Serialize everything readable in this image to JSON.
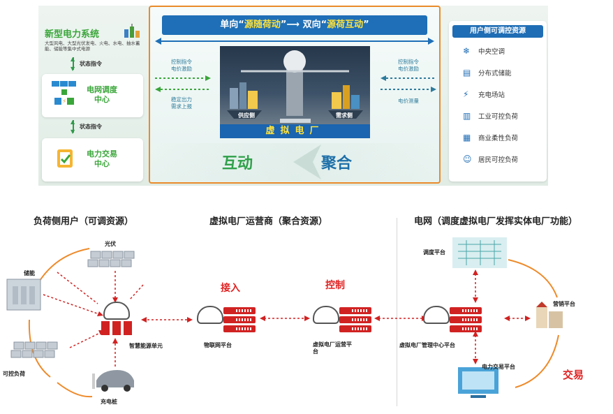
{
  "top": {
    "left": {
      "system_title": "新型电力系统",
      "system_desc": "大型风电、大型光伏发电、火电、水电、抽水蓄能、储能等集中式电源",
      "status1": "状态指令",
      "dispatch_center": "电网调度\n中心",
      "status2": "状态指令",
      "trade_center": "电力交易\n中心"
    },
    "banner": {
      "part1": "单向“",
      "hl1": "源随荷动",
      "part2": "”⟶ 双向“",
      "hl2": "源荷互动",
      "part3": "”"
    },
    "left_arrows": {
      "top": "控制指令\n电价激励",
      "bottom": "稳定出力\n需求上报"
    },
    "right_arrows": {
      "top": "控制指令\n电价激励",
      "bottom": "电价测量"
    },
    "scale": {
      "supply": "供应侧",
      "demand": "需求侧",
      "vpp": "虚拟电厂"
    },
    "interact": "互动",
    "aggregate": "聚合",
    "resources": {
      "header": "用户侧可调控资源",
      "items": [
        {
          "icon": "❄",
          "label": "中央空调"
        },
        {
          "icon": "▤",
          "label": "分布式储能"
        },
        {
          "icon": "⚡",
          "label": "充电场站"
        },
        {
          "icon": "▥",
          "label": "工业可控负荷"
        },
        {
          "icon": "▦",
          "label": "商业柔性负荷"
        },
        {
          "icon": "☺",
          "label": "居民可控负荷"
        }
      ]
    }
  },
  "bottom": {
    "sec1": "负荷侧用户（可调资源）",
    "sec2": "虚拟电厂运营商（聚合资源）",
    "sec3": "电网（调度虚拟电厂发挥实体电厂功能）",
    "pv": "光伏",
    "storage": "储能",
    "controllable": "可控负荷",
    "charger": "充电桩",
    "energy_unit": "智慧能源单元",
    "access": "接入",
    "control": "控制",
    "iot": "物联网平台",
    "operator": "虚拟电厂运营平\n台",
    "mgmt": "虚拟电厂管理中心平台",
    "dispatch": "调度平台",
    "marketing": "营销平台",
    "trading_platform": "电力交易平台",
    "trade": "交易"
  }
}
